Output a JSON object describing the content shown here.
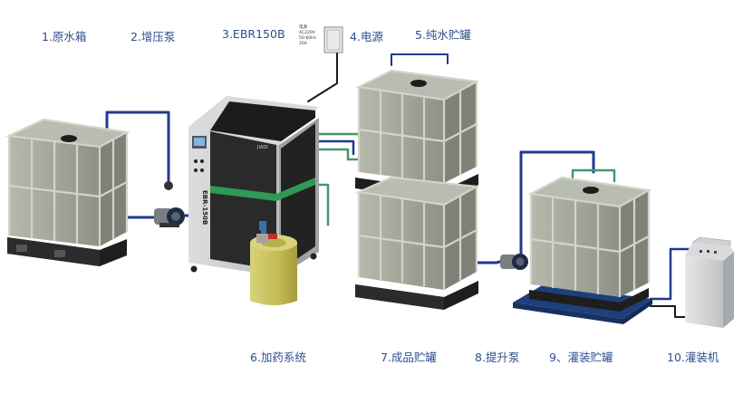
{
  "labels": {
    "raw_tank": "1.原水箱",
    "booster_pump": "2.增压泵",
    "machine": "3.EBR150B",
    "power": "4.电源",
    "pure_tank": "5.纯水贮罐",
    "dosing": "6.加药系统",
    "product_tank": "7.成品贮罐",
    "lift_pump": "8.提升泵",
    "filling_tank": "9、灌装贮罐",
    "filling_machine": "10.灌装机"
  },
  "power_box_lines": [
    "电源",
    "AC220V",
    "50-60Hz",
    "20A"
  ],
  "machine_vertical_text": "EBR-150B",
  "machine_brand": "JIADI",
  "colors": {
    "tank_body": "#a9ad9f",
    "tank_dark": "#8d9185",
    "frame": "#c9ccc4",
    "pallet": "#1e1e1e",
    "pipe_blue": "#1f3a8f",
    "pipe_green": "#3f9a6a",
    "dosing_tank": "#c8c060",
    "machine_body": "#2a2a2a",
    "scale_blue": "#1d3f7c",
    "label_text": "#2f4f8f"
  }
}
